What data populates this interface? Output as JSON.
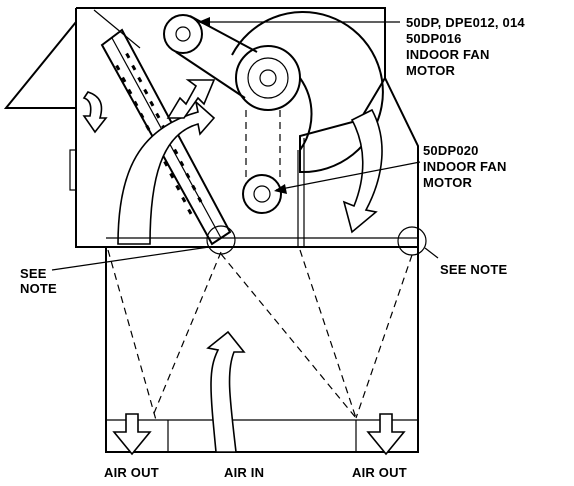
{
  "labels": {
    "motor_upper_line1": "50DP, DPE012, 014",
    "motor_upper_line2": "50DP016",
    "motor_upper_line3": "INDOOR FAN",
    "motor_upper_line4": "MOTOR",
    "motor_lower_line1": "50DP020",
    "motor_lower_line2": "INDOOR FAN",
    "motor_lower_line3": "MOTOR",
    "see_note_left_line1": "SEE",
    "see_note_left_line2": "NOTE",
    "see_note_right": "SEE NOTE",
    "air_out_left": "AIR OUT",
    "air_in": "AIR IN",
    "air_out_right": "AIR OUT"
  }
}
